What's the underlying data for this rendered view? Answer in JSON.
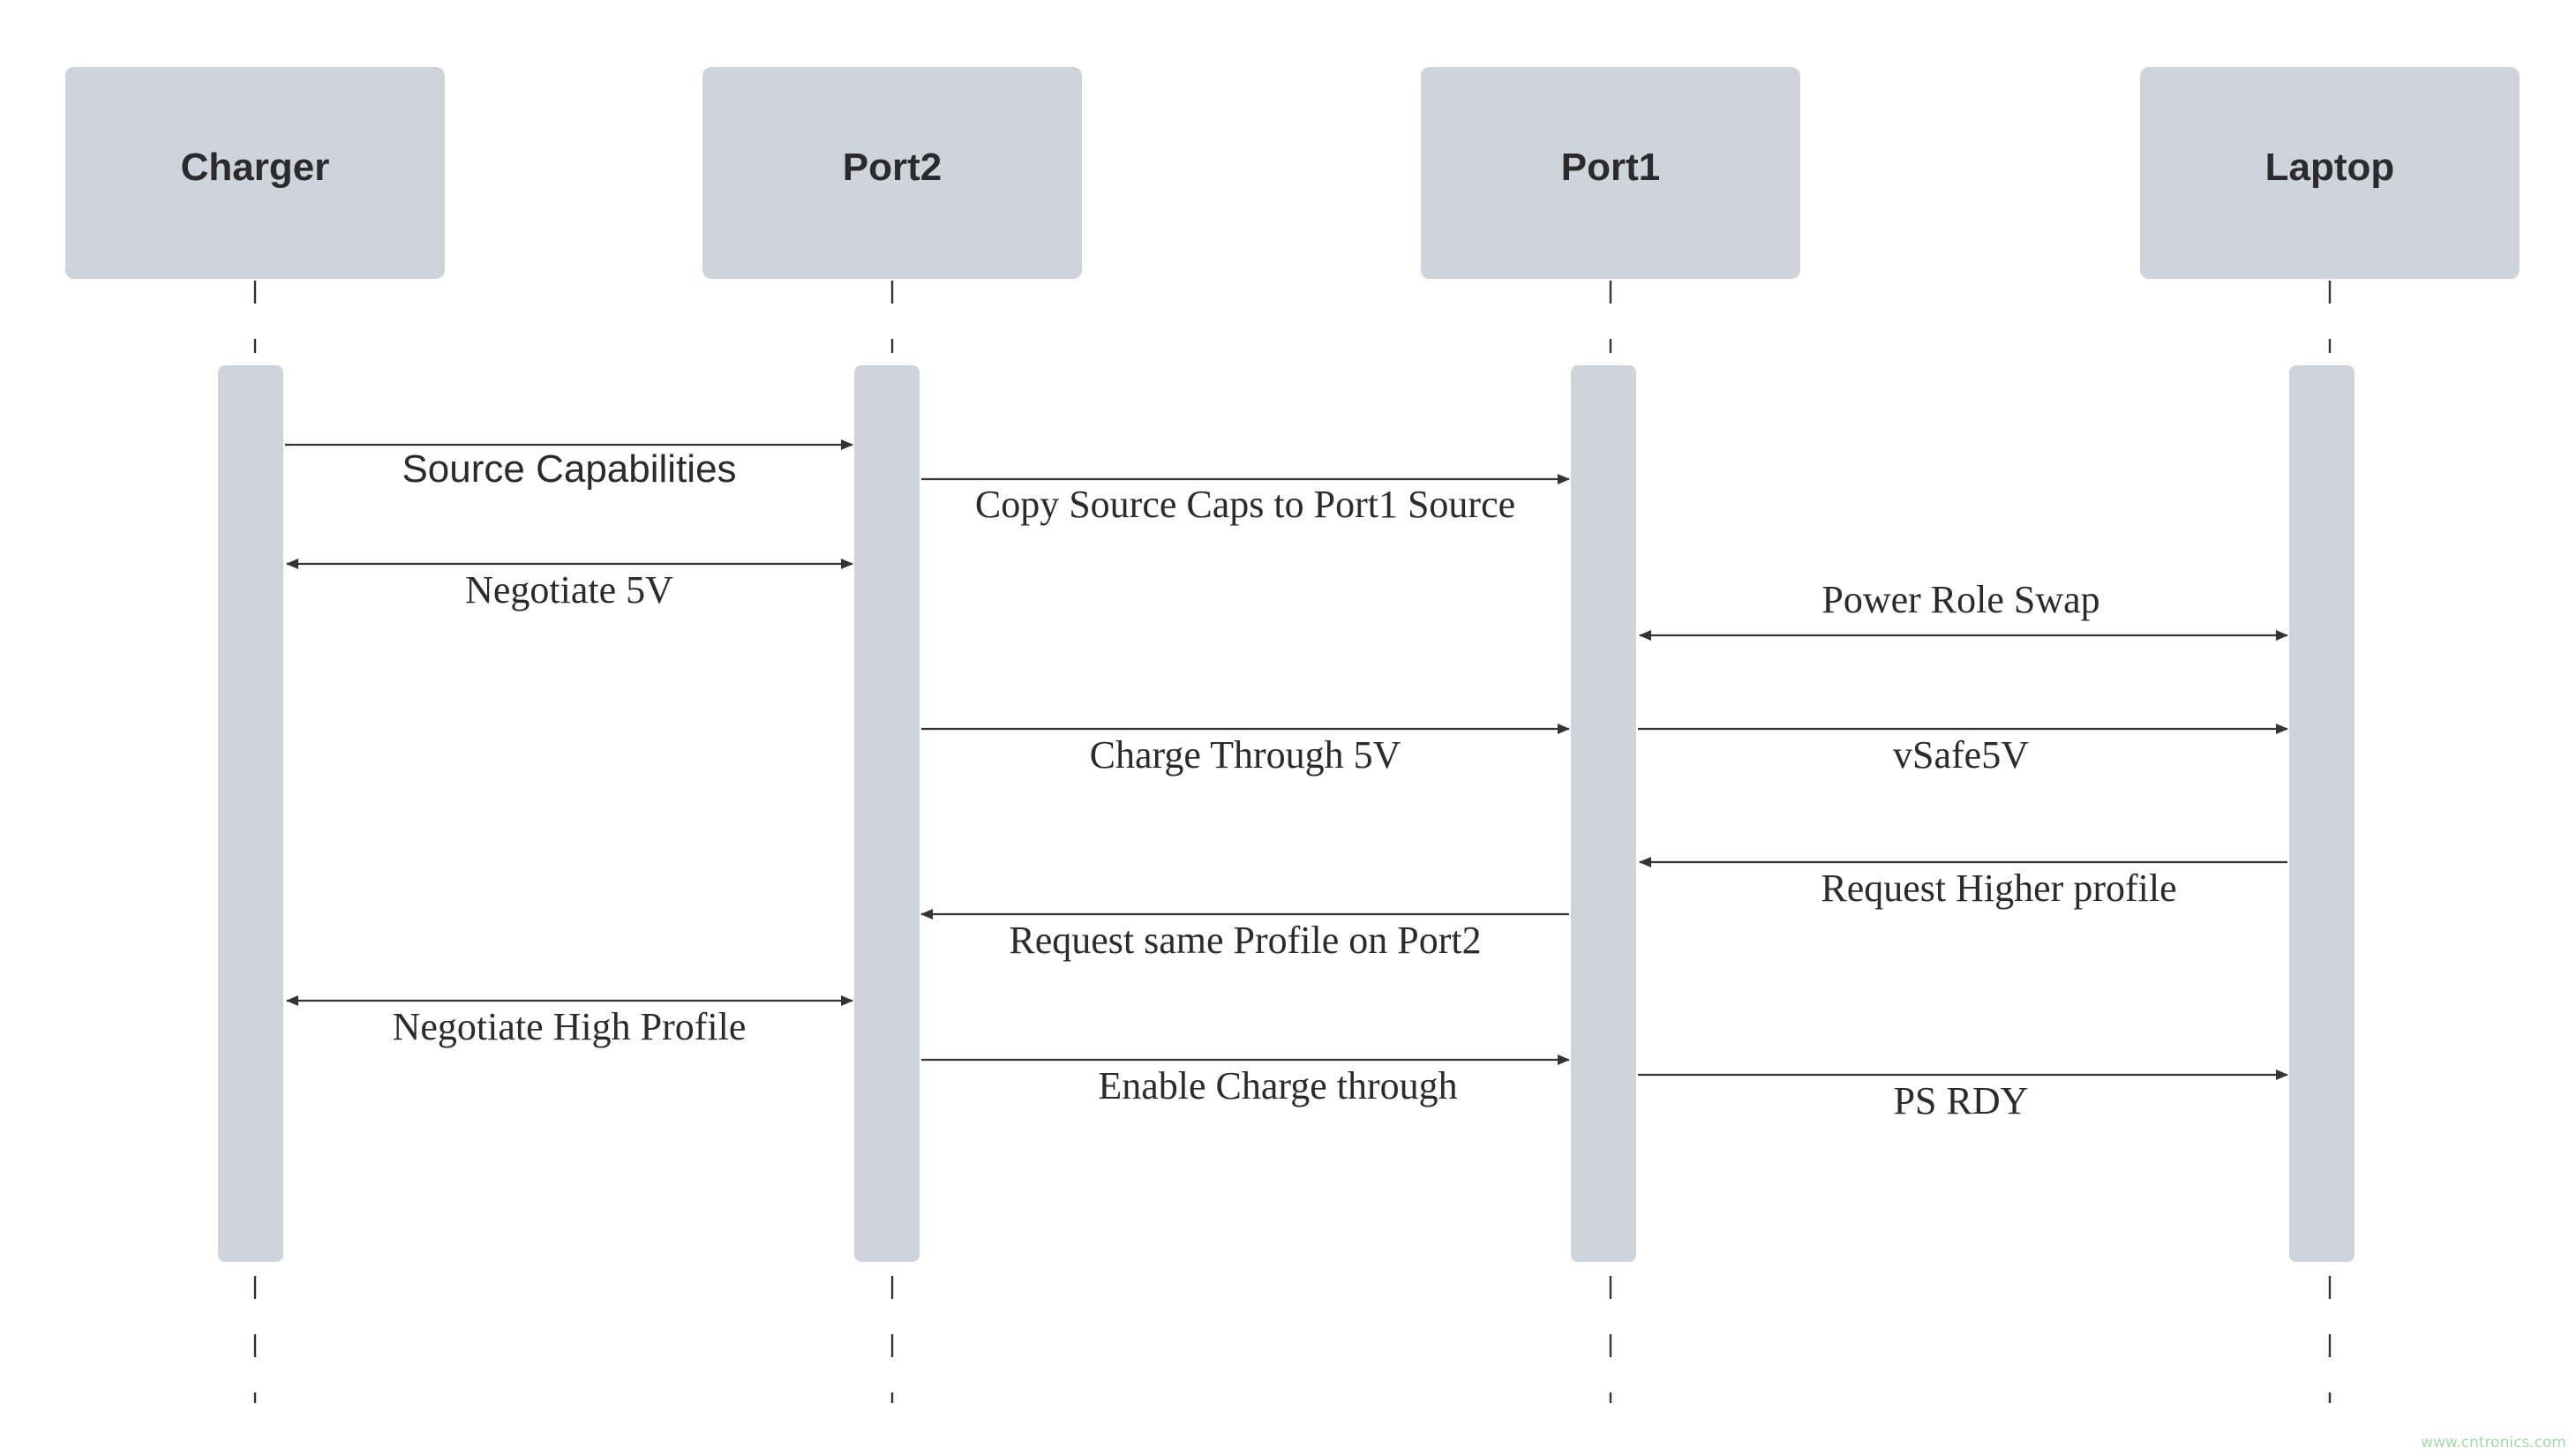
{
  "participants": [
    {
      "id": "charger",
      "label": "Charger"
    },
    {
      "id": "port2",
      "label": "Port2"
    },
    {
      "id": "port1",
      "label": "Port1"
    },
    {
      "id": "laptop",
      "label": "Laptop"
    }
  ],
  "messages": [
    {
      "id": "source-capabilities",
      "from": "charger",
      "to": "port2",
      "direction": "forward",
      "label": "Source Capabilities",
      "font": "sans"
    },
    {
      "id": "copy-source-caps",
      "from": "port2",
      "to": "port1",
      "direction": "forward",
      "label": "Copy Source Caps to Port1 Source",
      "font": "serif"
    },
    {
      "id": "negotiate-5v",
      "from": "charger",
      "to": "port2",
      "direction": "both",
      "label": "Negotiate 5V",
      "font": "serif"
    },
    {
      "id": "power-role-swap",
      "from": "port1",
      "to": "laptop",
      "direction": "both",
      "label": "Power Role Swap",
      "font": "serif"
    },
    {
      "id": "charge-through-5v",
      "from": "port2",
      "to": "port1",
      "direction": "forward",
      "label": "Charge Through 5V",
      "font": "serif"
    },
    {
      "id": "vsafe5v",
      "from": "port1",
      "to": "laptop",
      "direction": "forward",
      "label": "vSafe5V",
      "font": "serif"
    },
    {
      "id": "request-higher-profile",
      "from": "laptop",
      "to": "port1",
      "direction": "forward",
      "label": "Request Higher profile",
      "font": "serif"
    },
    {
      "id": "request-same-profile",
      "from": "port1",
      "to": "port2",
      "direction": "forward",
      "label": "Request same Profile on Port2",
      "font": "serif"
    },
    {
      "id": "negotiate-high-profile",
      "from": "charger",
      "to": "port2",
      "direction": "both",
      "label": "Negotiate High Profile",
      "font": "serif"
    },
    {
      "id": "enable-charge-through",
      "from": "port2",
      "to": "port1",
      "direction": "forward",
      "label": "Enable Charge through",
      "font": "serif"
    },
    {
      "id": "ps-rdy",
      "from": "port1",
      "to": "laptop",
      "direction": "forward",
      "label": "PS RDY",
      "font": "serif"
    }
  ],
  "watermark": "www.cntronics.com"
}
